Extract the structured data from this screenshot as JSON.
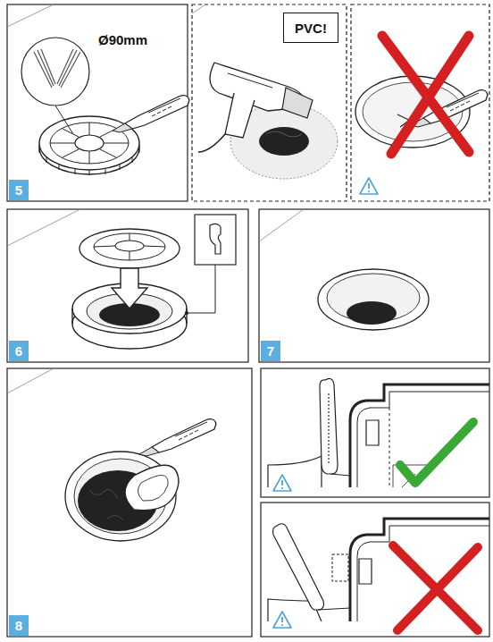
{
  "diagram": {
    "nodes": [
      {
        "text": [
          "5"
        ]
      },
      {
        "text": [
          "PVC!"
        ]
      },
      {
        "text": [
          "6"
        ]
      },
      {
        "text": [
          "7"
        ]
      },
      {
        "text": [
          "8"
        ]
      }
    ],
    "labels": [
      "Ø90mm"
    ]
  }
}
